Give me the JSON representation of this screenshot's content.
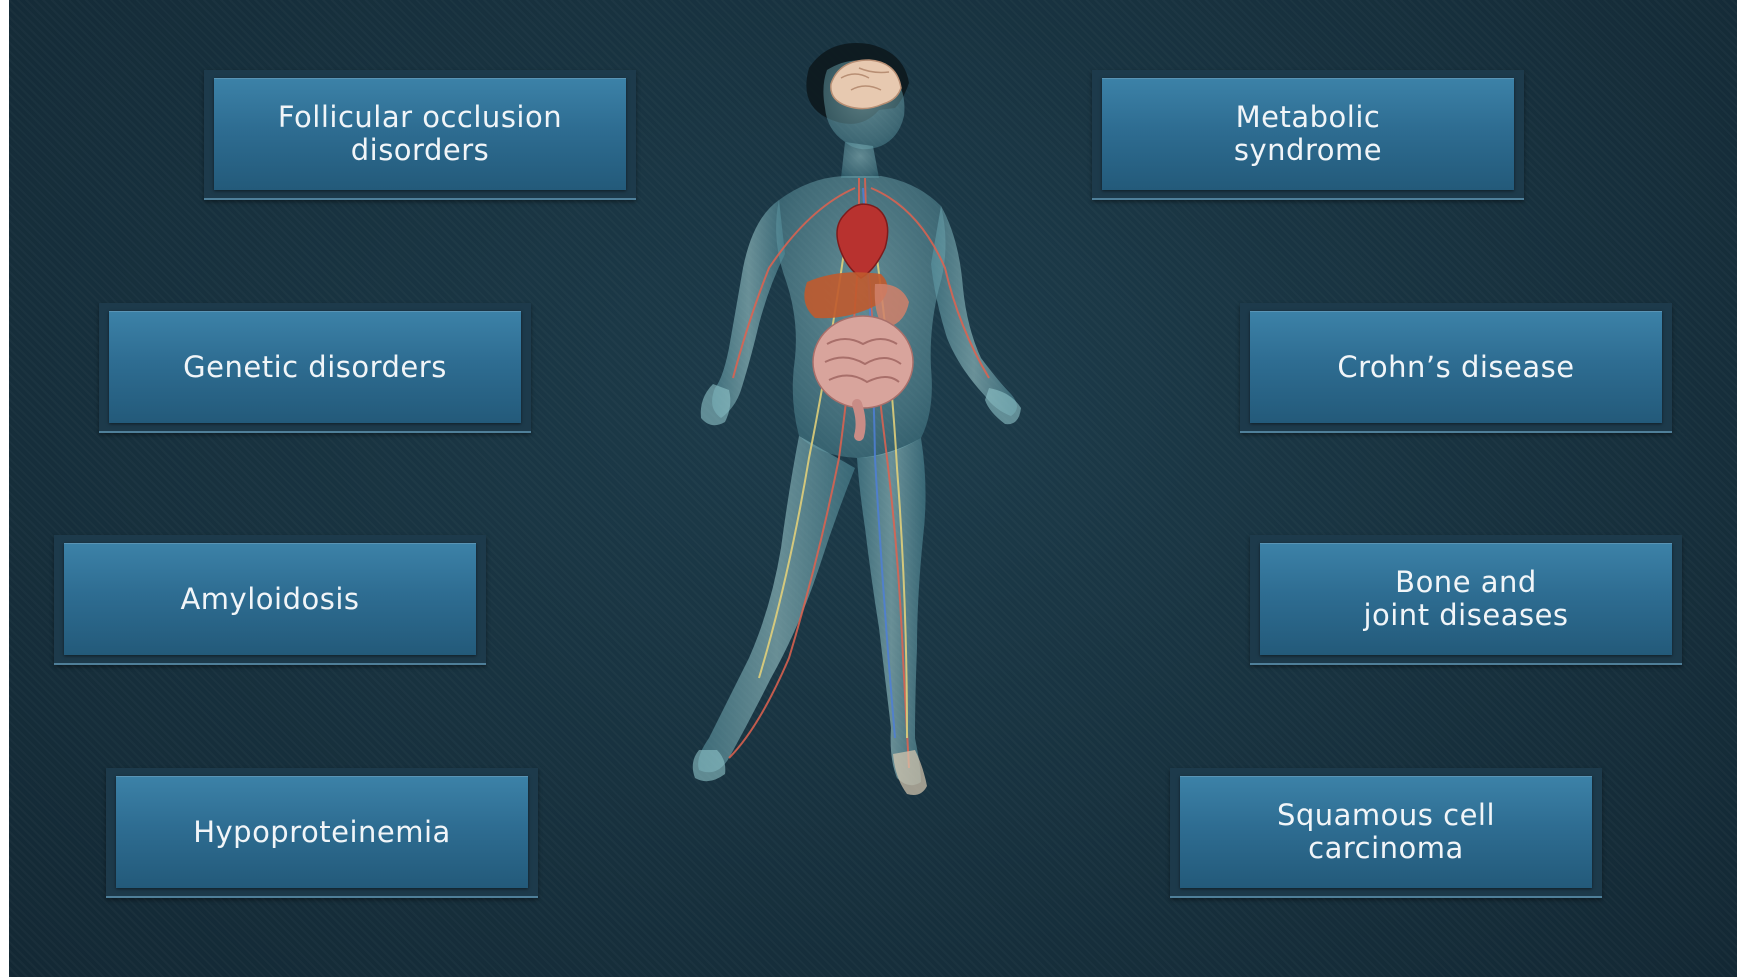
{
  "diagram": {
    "left_boxes": [
      {
        "label": "Follicular occlusion\ndisorders"
      },
      {
        "label": "Genetic disorders"
      },
      {
        "label": "Amyloidosis"
      },
      {
        "label": "Hypoproteinemia"
      }
    ],
    "right_boxes": [
      {
        "label": "Metabolic\nsyndrome"
      },
      {
        "label": "Crohn’s disease"
      },
      {
        "label": "Bone and\njoint diseases"
      },
      {
        "label": "Squamous cell\ncarcinoma"
      }
    ],
    "center_image": "human-body-anatomy-figure",
    "colors": {
      "background": "#17303d",
      "box_fill": "#2e6d92",
      "box_text": "#f1f5f8"
    }
  }
}
